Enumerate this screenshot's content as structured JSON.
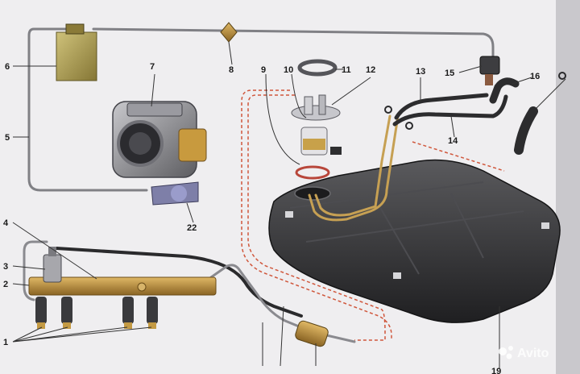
{
  "labels": {
    "l1": "1",
    "l2": "2",
    "l3": "3",
    "l4": "4",
    "l5": "5",
    "l6": "6",
    "l7": "7",
    "l8": "8",
    "l9": "9",
    "l10": "10",
    "l11": "11",
    "l12": "12",
    "l13": "13",
    "l14": "14",
    "l15": "15",
    "l16": "16",
    "l22": "22",
    "l19": "19"
  },
  "watermark": "Avito",
  "colors": {
    "background": "#efeef0",
    "pipe": "#7f7f84",
    "hose": "#2c2c2e",
    "tank": "#3a3a3c",
    "brass": "#b58a3a",
    "canister": "#a99a55",
    "dashed_line": "#d0573c",
    "leader": "#333333"
  }
}
